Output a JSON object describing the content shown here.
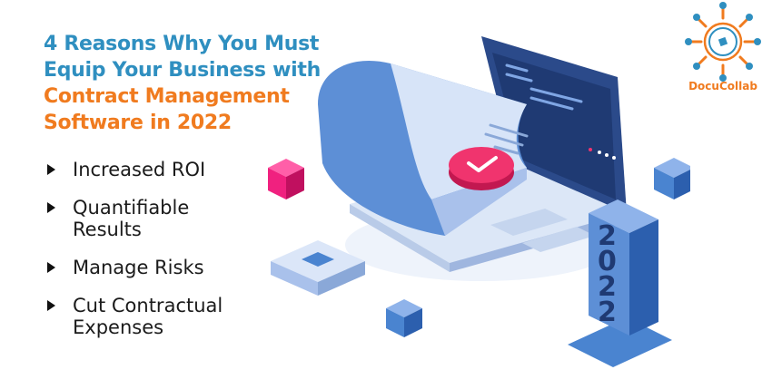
{
  "heading": {
    "line1": "4 Reasons Why You Must",
    "line2": "Equip Your Business with",
    "line3": "Contract Management",
    "line4": "Software in 2022"
  },
  "bullets": [
    {
      "line1": "Increased ROI",
      "line2": ""
    },
    {
      "line1": "Quantifiable",
      "line2": "Results"
    },
    {
      "line1": "Manage Risks",
      "line2": ""
    },
    {
      "line1": "Cut Contractual",
      "line2": "Expenses"
    }
  ],
  "brand": {
    "name": "DocuCollab"
  },
  "illustration": {
    "year_digits": [
      "2",
      "0",
      "2",
      "2"
    ]
  },
  "colors": {
    "heading_blue": "#2f8fc0",
    "heading_orange": "#f07b1f",
    "laptop_dark": "#2b4a8a",
    "paper_blue": "#5d8fd6",
    "check_pink": "#f0346e",
    "cube_pink": "#f0217f",
    "cube_blue": "#4a84d0"
  }
}
